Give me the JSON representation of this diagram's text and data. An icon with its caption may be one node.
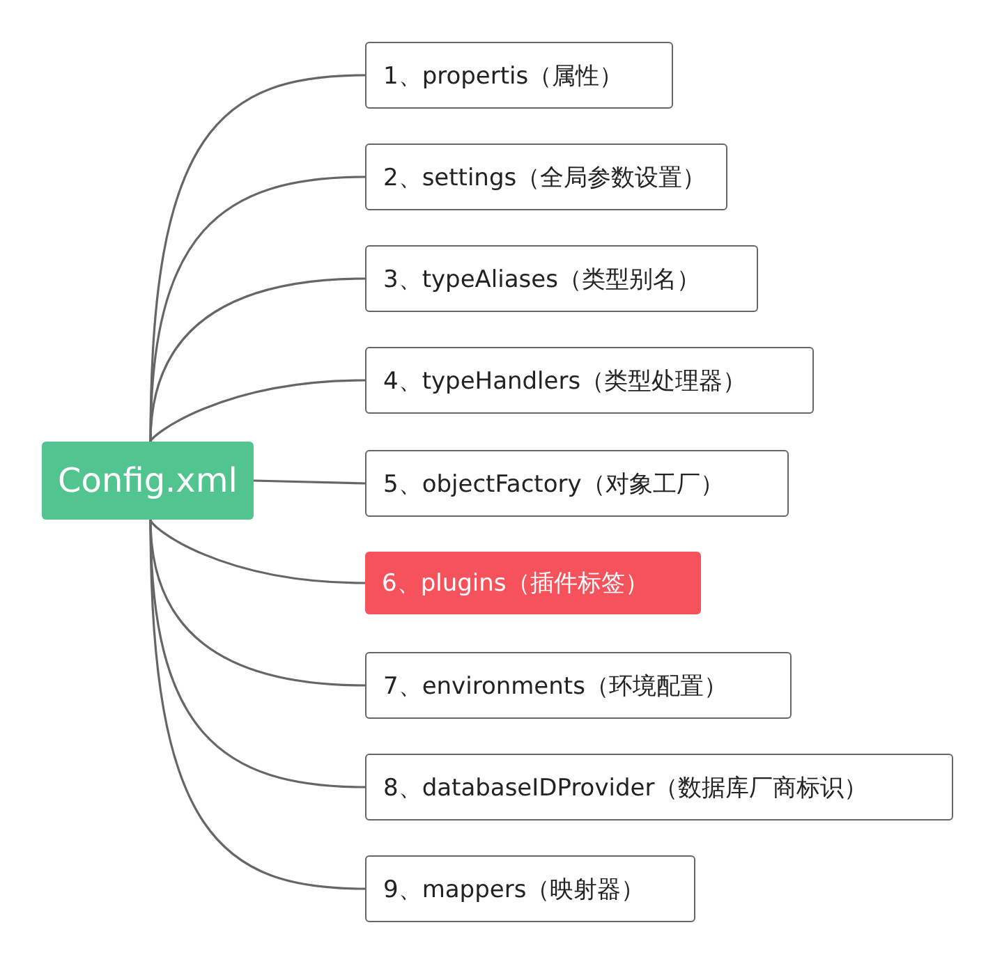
{
  "diagram": {
    "nodes": [
      {
        "text": [
          "Config.xml"
        ]
      },
      {
        "text": [
          "1、propertis（属性）"
        ]
      },
      {
        "text": [
          "2、settings（全局参数设置）"
        ]
      },
      {
        "text": [
          "3、typeAliases（类型别名）"
        ]
      },
      {
        "text": [
          "4、typeHandlers（类型处理器）"
        ]
      },
      {
        "text": [
          "5、objectFactory（对象工厂）"
        ]
      },
      {
        "text": [
          "6、plugins（插件标签）"
        ]
      },
      {
        "text": [
          "7、environments（环境配置）"
        ]
      },
      {
        "text": [
          "8、databaseIDProvider（数据库厂商标识）"
        ]
      },
      {
        "text": [
          "9、mappers（映射器）"
        ]
      }
    ],
    "edges": [
      {
        "from": 0,
        "to": 1,
        "arrow": "none"
      },
      {
        "from": 0,
        "to": 2,
        "arrow": "none"
      },
      {
        "from": 0,
        "to": 3,
        "arrow": "none"
      },
      {
        "from": 0,
        "to": 4,
        "arrow": "none"
      },
      {
        "from": 0,
        "to": 5,
        "arrow": "none"
      },
      {
        "from": 0,
        "to": 6,
        "arrow": "none"
      },
      {
        "from": 0,
        "to": 7,
        "arrow": "none"
      },
      {
        "from": 0,
        "to": 8,
        "arrow": "none"
      },
      {
        "from": 0,
        "to": 9,
        "arrow": "none"
      }
    ]
  }
}
